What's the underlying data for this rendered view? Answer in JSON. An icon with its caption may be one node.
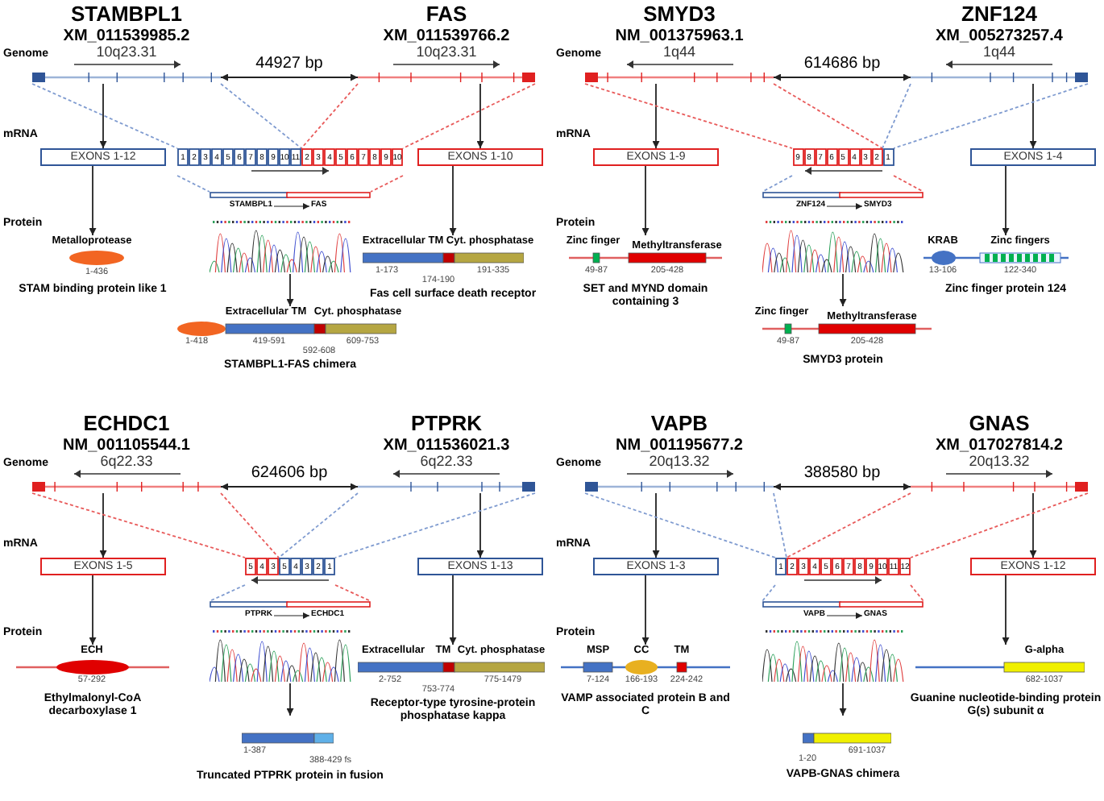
{
  "diagram": {
    "nodes": [
      {
        "text": [],
        "shape": "bar",
        "beside": [
          "STAMBPL1",
          "XM_011539985.2",
          "10q23.31"
        ]
      },
      {
        "text": [],
        "shape": "bar",
        "beside": [
          "FAS",
          "XM_011539766.2",
          "10q23.31"
        ]
      },
      {
        "text": [
          "EXONS 1-12"
        ]
      },
      {
        "text": [
          "1",
          "2",
          "3",
          "4",
          "5",
          "6",
          "7",
          "8",
          "9",
          "10",
          "11",
          "2",
          "3",
          "4",
          "5",
          "6",
          "7",
          "8",
          "9",
          "10"
        ]
      },
      {
        "text": [
          "EXONS 1-10"
        ]
      },
      {
        "text": [
          "STAMBPL1",
          "FAS"
        ]
      },
      {
        "text": [],
        "shape": "picture"
      },
      {
        "text": [
          "Metalloprotease",
          "1-436",
          "STAM binding protein like 1"
        ]
      },
      {
        "text": [
          "Extracellular TM Cyt. phosphatase",
          "1-173",
          "174-190",
          "191-335",
          "Fas cell surface death receptor"
        ]
      },
      {
        "text": [
          "Extracellular TM",
          "Cyt. phosphatase",
          "1-418",
          "419-591",
          "592-608",
          "609-753",
          "STAMBPL1-FAS chimera"
        ]
      },
      {
        "text": [],
        "shape": "bar",
        "beside": [
          "SMYD3",
          "NM_001375963.1",
          "1q44"
        ]
      },
      {
        "text": [],
        "shape": "bar",
        "beside": [
          "ZNF124",
          "XM_005273257.4",
          "1q44"
        ]
      },
      {
        "text": [
          "EXONS 1-9"
        ]
      },
      {
        "text": [
          "9",
          "8",
          "7",
          "6",
          "5",
          "4",
          "3",
          "2",
          "1"
        ]
      },
      {
        "text": [
          "EXONS 1-4"
        ]
      },
      {
        "text": [
          "ZNF124",
          "SMYD3"
        ]
      },
      {
        "text": [],
        "shape": "picture"
      },
      {
        "text": [
          "Zinc finger",
          "Methyltransferase",
          "49-87",
          "205-428",
          "SET and MYND domain containing 3"
        ]
      },
      {
        "text": [
          "KRAB",
          "Zinc fingers",
          "13-106",
          "122-340",
          "Zinc finger protein 124"
        ]
      },
      {
        "text": [
          "Zinc finger",
          "Methyltransferase",
          "49-87",
          "205-428",
          "SMYD3 protein"
        ]
      },
      {
        "text": [],
        "shape": "bar",
        "beside": [
          "ECHDC1",
          "NM_001105544.1",
          "6q22.33"
        ]
      },
      {
        "text": [],
        "shape": "bar",
        "beside": [
          "PTPRK",
          "XM_011536021.3",
          "6q22.33"
        ]
      },
      {
        "text": [
          "EXONS 1-5"
        ]
      },
      {
        "text": [
          "5",
          "4",
          "3",
          "5",
          "4",
          "3",
          "2",
          "1"
        ]
      },
      {
        "text": [
          "EXONS 1-13"
        ]
      },
      {
        "text": [
          "PTPRK",
          "ECHDC1"
        ]
      },
      {
        "text": [],
        "shape": "picture"
      },
      {
        "text": [
          "ECH",
          "57-292",
          "Ethylmalonyl-CoA decarboxylase 1"
        ]
      },
      {
        "text": [
          "Extracellular",
          "TM",
          "Cyt. phosphatase",
          "2-752",
          "753-774",
          "775-1479",
          "Receptor-type tyrosine-protein phosphatase kappa"
        ]
      },
      {
        "text": [
          "1-387",
          "388-429 fs",
          "Truncated PTPRK protein in fusion"
        ]
      },
      {
        "text": [],
        "shape": "bar",
        "beside": [
          "VAPB",
          "NM_001195677.2",
          "20q13.32"
        ]
      },
      {
        "text": [],
        "shape": "bar",
        "beside": [
          "GNAS",
          "XM_017027814.2",
          "20q13.32"
        ]
      },
      {
        "text": [
          "EXONS 1-3"
        ]
      },
      {
        "text": [
          "1",
          "2",
          "3",
          "4",
          "5",
          "6",
          "7",
          "8",
          "9",
          "10",
          "11",
          "12"
        ]
      },
      {
        "text": [
          "EXONS 1-12"
        ]
      },
      {
        "text": [
          "VAPB",
          "GNAS"
        ]
      },
      {
        "text": [],
        "shape": "picture"
      },
      {
        "text": [
          "MSP",
          "CC",
          "TM",
          "7-124",
          "166-193",
          "224-242",
          "VAMP associated protein B and C"
        ]
      },
      {
        "text": [
          "G-alpha",
          "682-1037",
          "Guanine nucleotide-binding protein G(s) subunit α"
        ]
      },
      {
        "text": [
          "1-20",
          "691-1037",
          "VAPB-GNAS chimera"
        ]
      }
    ],
    "edges": [
      {
        "from": 0,
        "to": 1,
        "arrow": "both",
        "label": "44927 bp"
      },
      {
        "from": 0,
        "to": 2,
        "arrow": "to"
      },
      {
        "from": 1,
        "to": 4,
        "arrow": "to"
      },
      {
        "from": 0,
        "to": 3,
        "arrow": "none",
        "style": "dashed",
        "color": "#7f9bd0"
      },
      {
        "from": 0,
        "to": 3,
        "arrow": "none",
        "style": "dashed",
        "color": "#7f9bd0"
      },
      {
        "from": 1,
        "to": 3,
        "arrow": "none",
        "style": "dashed",
        "color": "#e85a5a"
      },
      {
        "from": 1,
        "to": 3,
        "arrow": "none",
        "style": "dashed",
        "color": "#e85a5a"
      },
      {
        "from": 3,
        "to": 5,
        "arrow": "none",
        "style": "dashed",
        "color": "#7f9bd0"
      },
      {
        "from": 3,
        "to": 5,
        "arrow": "none",
        "style": "dashed",
        "color": "#e85a5a"
      },
      {
        "from": 2,
        "to": 7,
        "arrow": "to"
      },
      {
        "from": 4,
        "to": 8,
        "arrow": "to"
      },
      {
        "from": 6,
        "to": 9,
        "arrow": "to"
      },
      {
        "from": 10,
        "to": 11,
        "arrow": "both",
        "label": "614686 bp"
      },
      {
        "from": 10,
        "to": 12,
        "arrow": "to"
      },
      {
        "from": 11,
        "to": 14,
        "arrow": "to"
      },
      {
        "from": 10,
        "to": 13,
        "arrow": "none",
        "style": "dashed",
        "color": "#e85a5a"
      },
      {
        "from": 10,
        "to": 13,
        "arrow": "none",
        "style": "dashed",
        "color": "#e85a5a"
      },
      {
        "from": 11,
        "to": 13,
        "arrow": "none",
        "style": "dashed",
        "color": "#7f9bd0"
      },
      {
        "from": 11,
        "to": 13,
        "arrow": "none",
        "style": "dashed",
        "color": "#7f9bd0"
      },
      {
        "from": 13,
        "to": 15,
        "arrow": "none",
        "style": "dashed",
        "color": "#7f9bd0"
      },
      {
        "from": 13,
        "to": 15,
        "arrow": "none",
        "style": "dashed",
        "color": "#e85a5a"
      },
      {
        "from": 12,
        "to": 17,
        "arrow": "to"
      },
      {
        "from": 14,
        "to": 18,
        "arrow": "to"
      },
      {
        "from": 16,
        "to": 19,
        "arrow": "to"
      },
      {
        "from": 20,
        "to": 21,
        "arrow": "both",
        "label": "624606 bp"
      },
      {
        "from": 20,
        "to": 22,
        "arrow": "to"
      },
      {
        "from": 21,
        "to": 24,
        "arrow": "to"
      },
      {
        "from": 20,
        "to": 23,
        "arrow": "none",
        "style": "dashed",
        "color": "#e85a5a"
      },
      {
        "from": 20,
        "to": 23,
        "arrow": "none",
        "style": "dashed",
        "color": "#e85a5a"
      },
      {
        "from": 21,
        "to": 23,
        "arrow": "none",
        "style": "dashed",
        "color": "#7f9bd0"
      },
      {
        "from": 21,
        "to": 23,
        "arrow": "none",
        "style": "dashed",
        "color": "#7f9bd0"
      },
      {
        "from": 23,
        "to": 25,
        "arrow": "none",
        "style": "dashed",
        "color": "#7f9bd0"
      },
      {
        "from": 23,
        "to": 25,
        "arrow": "none",
        "style": "dashed",
        "color": "#e85a5a"
      },
      {
        "from": 22,
        "to": 27,
        "arrow": "to"
      },
      {
        "from": 24,
        "to": 28,
        "arrow": "to"
      },
      {
        "from": 26,
        "to": 29,
        "arrow": "to"
      },
      {
        "from": 30,
        "to": 31,
        "arrow": "both",
        "label": "388580 bp"
      },
      {
        "from": 30,
        "to": 32,
        "arrow": "to"
      },
      {
        "from": 31,
        "to": 34,
        "arrow": "to"
      },
      {
        "from": 30,
        "to": 33,
        "arrow": "none",
        "style": "dashed",
        "color": "#7f9bd0"
      },
      {
        "from": 30,
        "to": 33,
        "arrow": "none",
        "style": "dashed",
        "color": "#7f9bd0"
      },
      {
        "from": 31,
        "to": 33,
        "arrow": "none",
        "style": "dashed",
        "color": "#e85a5a"
      },
      {
        "from": 31,
        "to": 33,
        "arrow": "none",
        "style": "dashed",
        "color": "#e85a5a"
      },
      {
        "from": 33,
        "to": 35,
        "arrow": "none",
        "style": "dashed",
        "color": "#7f9bd0"
      },
      {
        "from": 33,
        "to": 35,
        "arrow": "none",
        "style": "dashed",
        "color": "#e85a5a"
      },
      {
        "from": 32,
        "to": 37,
        "arrow": "to"
      },
      {
        "from": 34,
        "to": 38,
        "arrow": "to"
      },
      {
        "from": 36,
        "to": 39,
        "arrow": "to"
      }
    ],
    "labels": [
      "Genome",
      "mRNA",
      "Protein",
      "Genome",
      "mRNA",
      "Protein",
      "Genome",
      "mRNA",
      "Protein",
      "Genome",
      "mRNA",
      "Protein"
    ]
  }
}
